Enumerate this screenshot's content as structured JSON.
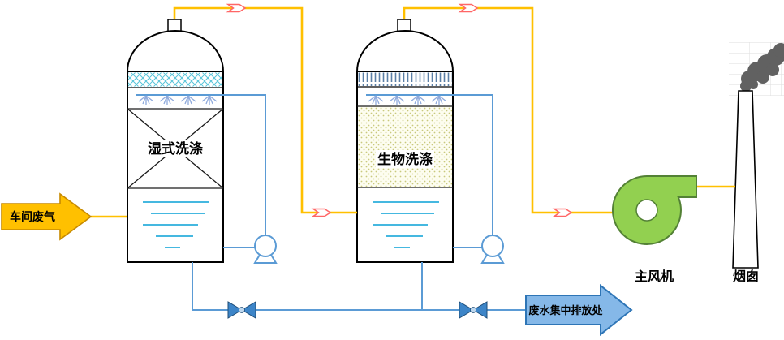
{
  "diagram": {
    "type": "process-flow",
    "labels": {
      "inlet": "车间废气",
      "tower1": "湿式洗涤",
      "tower2": "生物洗涤",
      "fan": "主风机",
      "chimney": "烟囱",
      "drain": "废水集中排放处"
    },
    "colors": {
      "gas_pipe": "#FFC000",
      "liquid_pipe": "#5B9BD5",
      "water_mark": "#45B8E0",
      "inlet_arrow_fill": "#FFC000",
      "inlet_arrow_stroke": "#C78A00",
      "drain_arrow_fill": "#85B8E8",
      "drain_arrow_stroke": "#2E75B6",
      "fan_fill": "#92D050",
      "fan_stroke": "#538135",
      "valve_fill": "#3D85C8",
      "valve_stroke": "#1F4E79",
      "flow_arrow_stroke": "#FF6666",
      "smoke": "#616161"
    }
  }
}
